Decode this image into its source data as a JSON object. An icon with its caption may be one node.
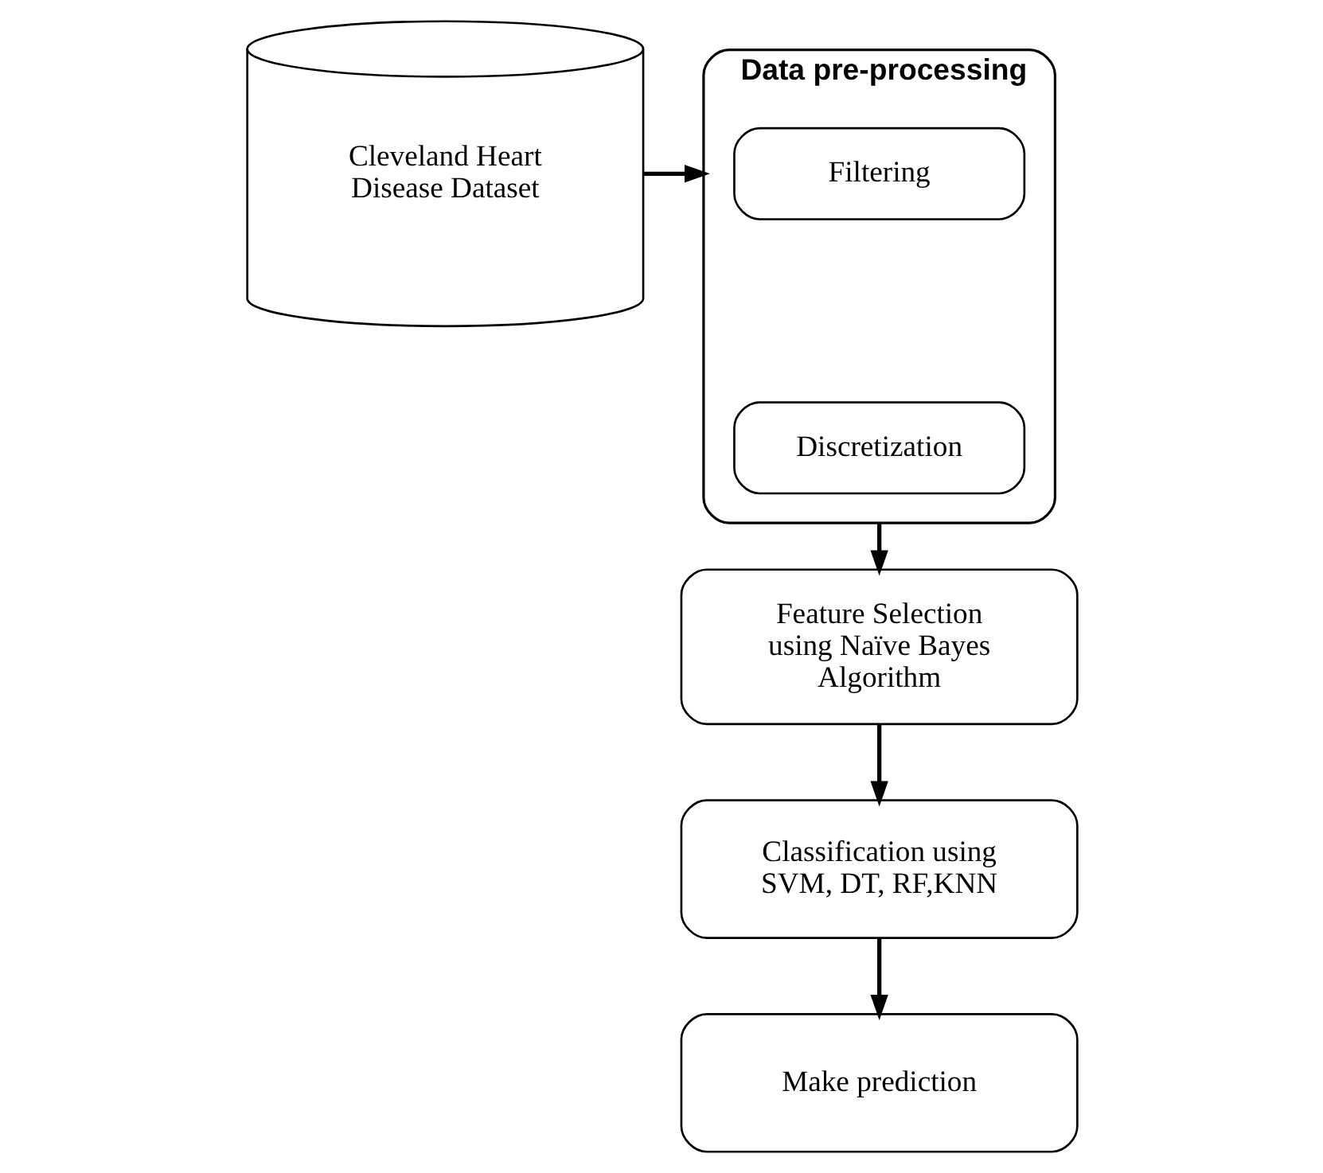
{
  "diagram": {
    "nodes": [
      {
        "text": [
          "Cleveland Heart Disease Dataset"
        ]
      },
      {
        "text": [
          "Data pre-processing"
        ]
      },
      {
        "text": [
          "Filtering"
        ],
        "in": 1
      },
      {
        "text": [
          "Discretization"
        ],
        "in": 1
      },
      {
        "text": [
          "Feature Selection using Naïve Bayes Algorithm"
        ]
      },
      {
        "text": [
          "Classification using SVM, DT, RF,KNN"
        ]
      },
      {
        "text": [
          "Make prediction"
        ]
      }
    ],
    "edges": [
      {
        "from": 0,
        "to": 1,
        "arrow": "to"
      },
      {
        "from": 1,
        "to": 4,
        "arrow": "to"
      },
      {
        "from": 4,
        "to": 5,
        "arrow": "to"
      },
      {
        "from": 5,
        "to": 6,
        "arrow": "to"
      }
    ]
  }
}
